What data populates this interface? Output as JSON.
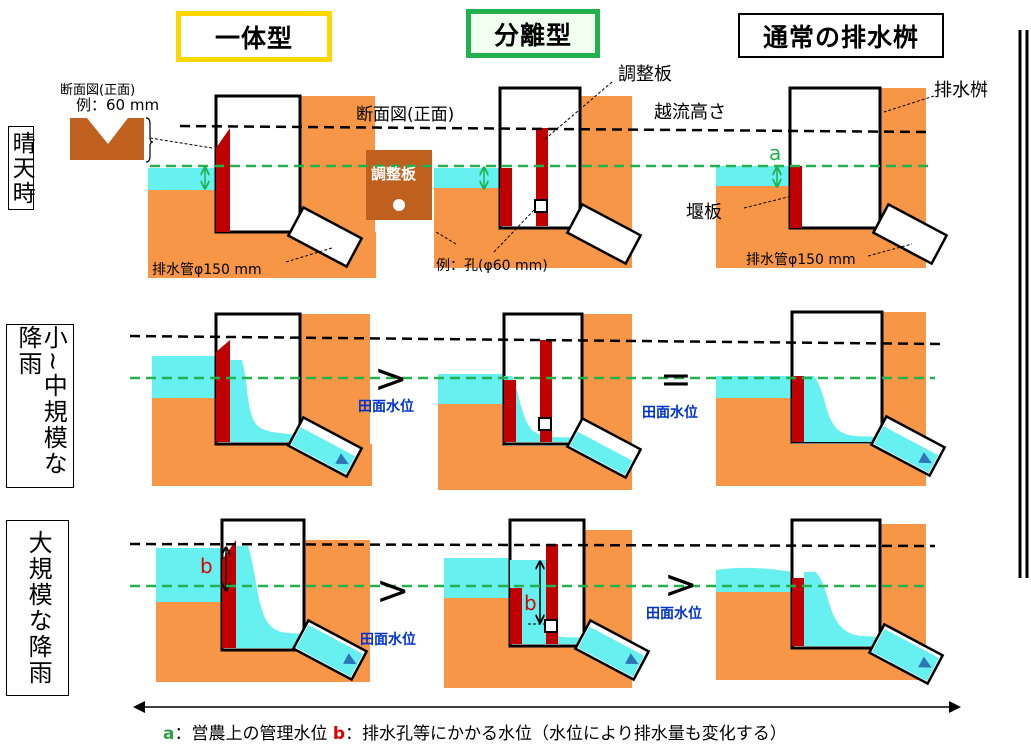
{
  "headers": {
    "integrated": "一体型",
    "separated": "分離型",
    "normal": "通常の排水桝"
  },
  "row_labels": {
    "sunny": "晴天時",
    "small_medium": "小~中規模な降雨",
    "large": "大規模な降雨"
  },
  "labels": {
    "cross_section_front_small": "断面図(正面)",
    "example_60mm": "例：60 mm",
    "cross_section_front": "断面図(正面)",
    "overflow_height": "越流高さ",
    "adjust_plate_top": "調整板",
    "adjust_plate_box": "調整板",
    "drain_basin": "排水桝",
    "marker_a": "a",
    "weir_plate": "堰板",
    "drain_pipe_left": "排水管φ150 mm",
    "hole_example": "例：孔(φ60 mm)",
    "drain_pipe_right": "排水管φ150 mm",
    "marker_b1": "b",
    "marker_b2": "b",
    "field_level_1": "田面水位",
    "field_level_2": "田面水位",
    "field_level_3": "田面水位",
    "field_level_4": "田面水位",
    "gt_1": ">",
    "eq_1": "=",
    "gt_2": ">",
    "gt_3": ">"
  },
  "footnote": {
    "a_key": "a",
    "a_text": "：営農上の管理水位 ",
    "b_key": "b",
    "b_text": "：排水孔等にかかる水位（水位により排水量も変化する）"
  },
  "colors": {
    "soil": "#F79646",
    "soil_dark": "#C0601F",
    "water": "#66F0F0",
    "plate": "#C00000",
    "green_line": "#22B14C",
    "arrow_blue": "#2E75B6",
    "label_blue": "#0033CC",
    "red_text": "#E00000"
  }
}
